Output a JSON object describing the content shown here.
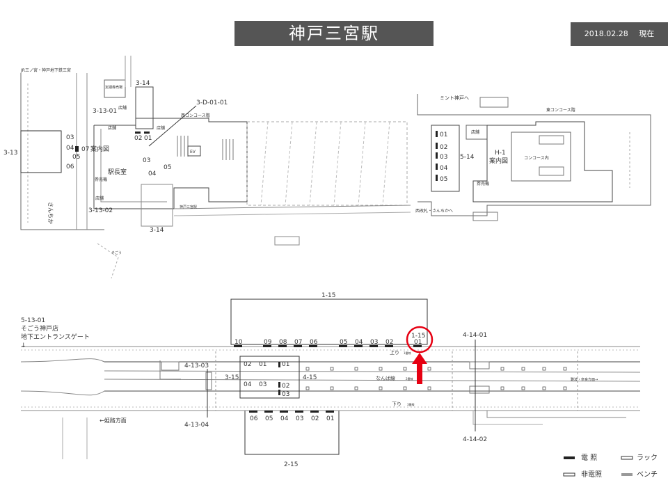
{
  "header": {
    "title": "神戸三宮駅",
    "date": "2018.02.28",
    "status": "現在"
  },
  "colors": {
    "dark": "#333333",
    "light": "#999999",
    "marker": "#e60012",
    "title_bg": "#555555"
  },
  "upper": {
    "area_west": "JR三ノ宮・神戸地下鉄三宮",
    "block_3_13": "3-13",
    "block_3_13_01": "3-13-01",
    "block_3_13_02": "3-13-02",
    "block_3_14_top": "3-14",
    "block_3_14_bottom": "3-14",
    "block_3_d": "3-D-01-01",
    "sannomiya_west_codes": [
      "03",
      "04",
      "05",
      "06"
    ],
    "code_07": "07",
    "info_west": "案内図",
    "station_master": "駅長室",
    "ticket_machine_west": "券売機",
    "shop_west_1": "店舗",
    "shop_west_2": "店舗",
    "shop_west_3": "店舗",
    "shop_west_4": "店舗",
    "commuter_pass": "定期券売場",
    "sanchika": "さんちか",
    "west_concourse": "西コンコース階",
    "ev": "EV",
    "codes_02_01_top": [
      "02",
      "01"
    ],
    "codes_03_04_05": [
      "03",
      "04",
      "05"
    ],
    "mint": "ミント神戸へ",
    "east_concourse": "東コンコース階",
    "east_codes": [
      "01",
      "02",
      "03",
      "04",
      "05"
    ],
    "block_5_14": "5-14",
    "block_h_1": "H-1",
    "info_east": "案内図",
    "concourse_inside": "コンコース内",
    "shop_east": "店舗",
    "ticket_machine_east": "券売機",
    "west_gate": "西改札・さんちかへ",
    "sogo_small": "そごう",
    "track_label": "神戸三宮駅"
  },
  "lower": {
    "block_1_15": "1-15",
    "block_2_15": "2-15",
    "platform_top_codes": [
      "10",
      "09",
      "08",
      "07",
      "06",
      "05",
      "04",
      "03",
      "02",
      "01"
    ],
    "platform_bottom_codes": [
      "06",
      "05",
      "04",
      "03",
      "02",
      "01"
    ],
    "highlight_code": "1-15",
    "sogo_code": "5-13-01",
    "sogo_name": "そごう神戸店",
    "sogo_gate": "地下エントランスゲート",
    "sogo_arrow": "↓",
    "block_4_13_03": "4-13-03",
    "block_4_13_04": "4-13-04",
    "block_3_15": "3-15",
    "block_4_15": "4-15",
    "block_4_14_01": "4-14-01",
    "block_4_14_02": "4-14-02",
    "box_codes_left": [
      "02",
      "01",
      "04",
      "03"
    ],
    "box_codes_right": [
      "01",
      "02",
      "03"
    ],
    "nanba_line": "なんば線",
    "up_track": "上り",
    "down_track": "下り",
    "himeji": "←姫路方面",
    "nanba_direction": "難波・奈良方面→",
    "track_1": "1番線",
    "track_2": "2番線",
    "track_3": "3番線"
  },
  "legend": {
    "lit": "電 照",
    "unlit": "非電照",
    "rack": "ラック",
    "bench": "ベンチ"
  }
}
